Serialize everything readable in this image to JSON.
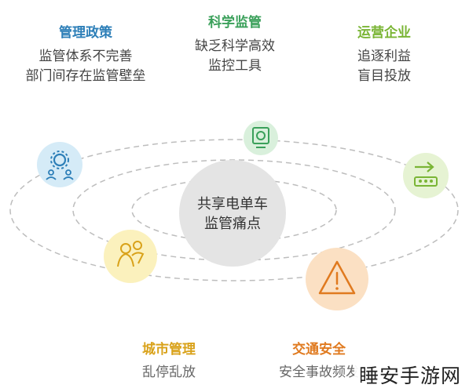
{
  "center": {
    "line1": "共享电单车",
    "line2": "监管痛点"
  },
  "categories": [
    {
      "key": "policy",
      "title": "管理政策",
      "color": "#2d7fb8",
      "lines": [
        "监管体系不完善",
        "部门间存在监管壁垒"
      ],
      "icon": "gear-people-icon"
    },
    {
      "key": "tech",
      "title": "科学监管",
      "color": "#3aa05a",
      "lines": [
        "缺乏科学高效",
        "监控工具"
      ],
      "icon": "monitor-camera-icon"
    },
    {
      "key": "ops",
      "title": "运营企业",
      "color": "#7ab535",
      "lines": [
        "追逐利益",
        "盲目投放"
      ],
      "icon": "conveyor-arrow-icon"
    },
    {
      "key": "city",
      "title": "城市管理",
      "color": "#d9a21a",
      "lines": [
        "乱停乱放"
      ],
      "icon": "people-hand-icon"
    },
    {
      "key": "traffic",
      "title": "交通安全",
      "color": "#e07a1f",
      "lines": [
        "安全事故频发"
      ],
      "icon": "warning-triangle-icon"
    }
  ],
  "watermark": "睡安手游网"
}
